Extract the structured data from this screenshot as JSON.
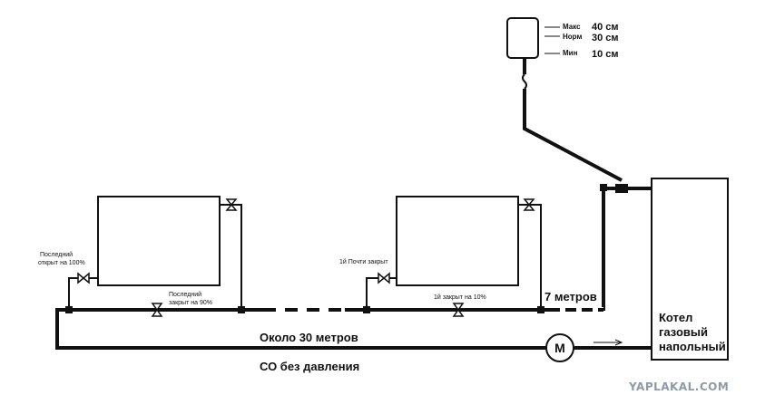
{
  "tank": {
    "levels": [
      {
        "label": "Макс",
        "value": "40 см"
      },
      {
        "label": "Норм",
        "value": "30 см"
      },
      {
        "label": "Мин",
        "value": "10 см"
      }
    ]
  },
  "radiators": {
    "first": {
      "supply_valve_label": "Последний открыт на 100%",
      "supply_valve_label_lines": [
        "Последний",
        "открыт на 100%"
      ],
      "return_valve_label_lines": [
        "Последний",
        "закрыт на 90%"
      ]
    },
    "second": {
      "supply_valve_label": "1й Почти закрыт",
      "return_valve_label": "1й закрыт на 10%"
    }
  },
  "pipes": {
    "segment_label": "7 метров",
    "loop_label": "Около 30 метров",
    "system_label": "СО без давления"
  },
  "pump": {
    "symbol": "M"
  },
  "boiler": {
    "lines": [
      "Котел",
      "газовый",
      "напольный"
    ]
  },
  "watermark": "YAPLAKAL.COM"
}
